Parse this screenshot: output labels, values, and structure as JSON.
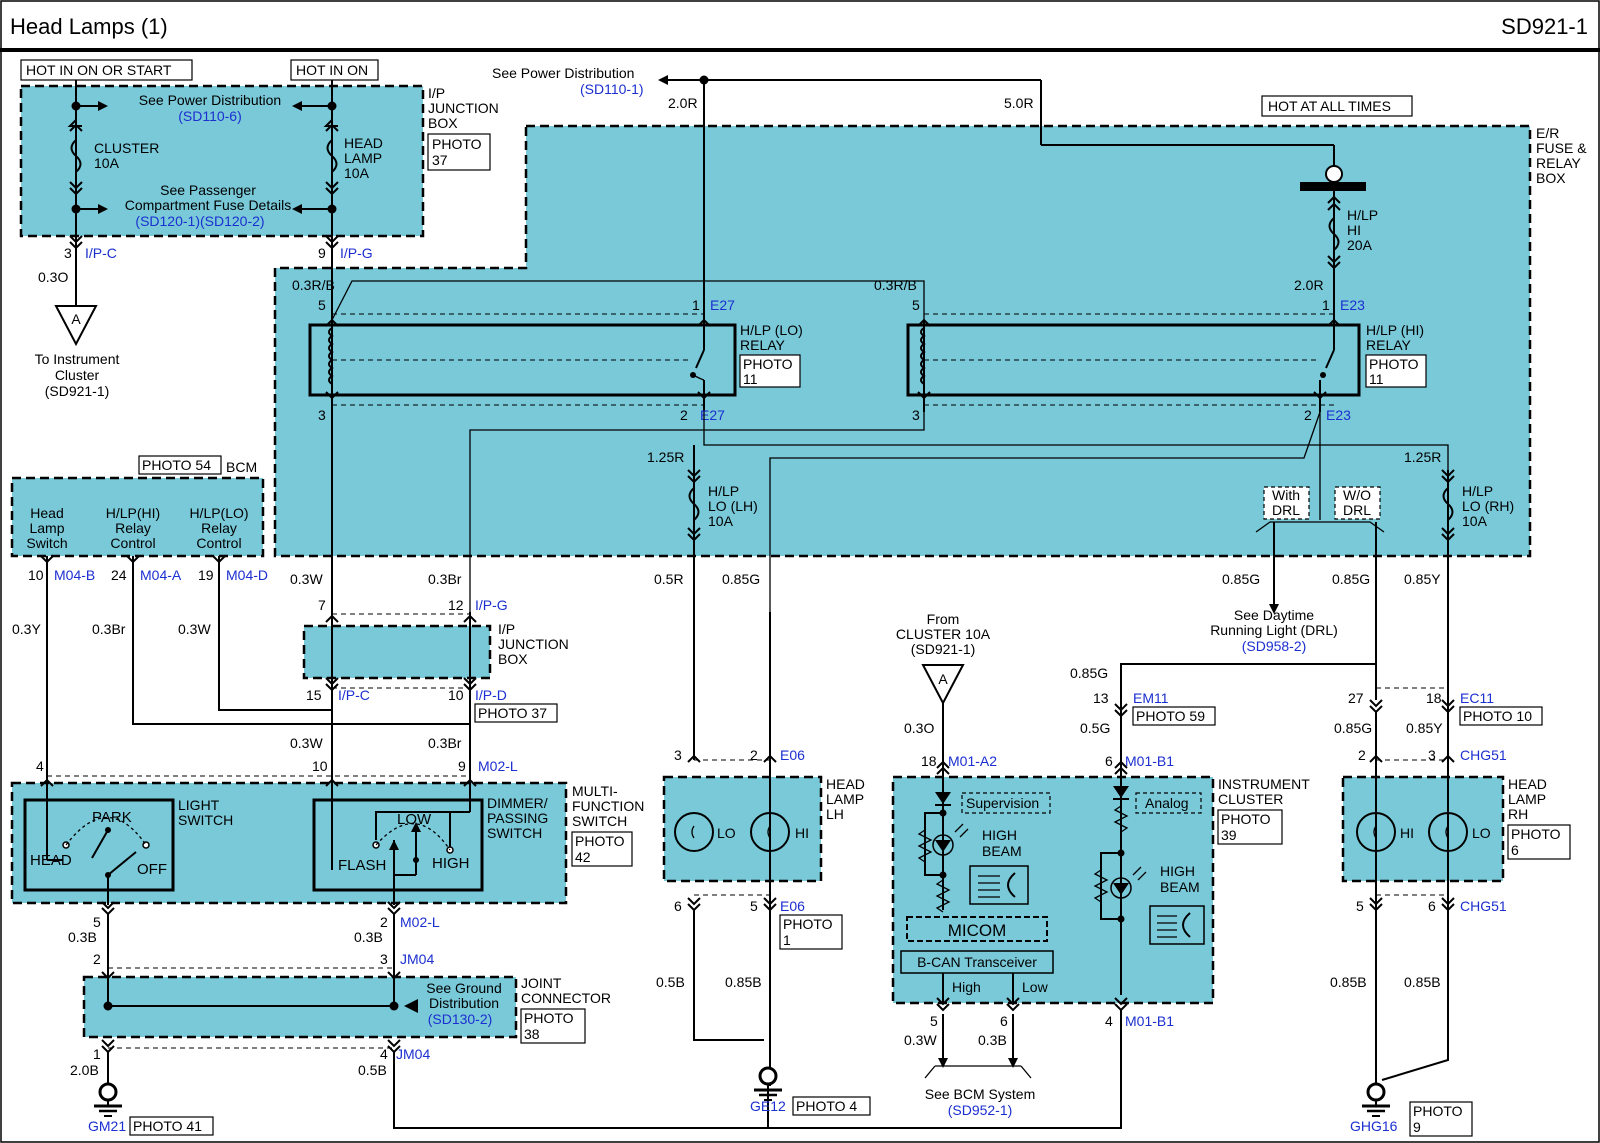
{
  "header": {
    "title": "Head Lamps (1)",
    "code": "SD921-1"
  },
  "power": {
    "hot_on_or_start": "HOT IN ON OR START",
    "hot_in_on": "HOT IN ON",
    "hot_all_times": "HOT AT ALL TIMES"
  },
  "ip_junction_top": {
    "name": [
      "I/P",
      "JUNCTION",
      "BOX"
    ],
    "photo": [
      "PHOTO",
      "37"
    ],
    "see_power": "See Power Distribution",
    "see_power_ref": "(SD110-6)",
    "see_pass": [
      "See Passenger",
      "Compartment Fuse Details"
    ],
    "see_pass_ref": "(SD120-1)(SD120-2)",
    "fuse1": [
      "CLUSTER",
      "10A"
    ],
    "fuse2": [
      "HEAD",
      "LAMP",
      "10A"
    ],
    "pin1": "3",
    "conn1": "I/P-C",
    "pin2": "9",
    "conn2": "I/P-G"
  },
  "to_cluster": {
    "wire": "0.3O",
    "letter": "A",
    "text": [
      "To Instrument",
      "Cluster",
      "(SD921-1)"
    ]
  },
  "top_power": {
    "text": "See Power Distribution",
    "ref": "(SD110-1)",
    "wire1": "2.0R",
    "wire2": "5.0R"
  },
  "er_box": {
    "name": [
      "E/R",
      "FUSE &",
      "RELAY",
      "BOX"
    ],
    "fuse_hi": [
      "H/LP",
      "HI",
      "20A"
    ],
    "wire_hi": "2.0R",
    "wire_left": "0.3R/B",
    "wire_mid": "0.3R/B",
    "lo_relay": {
      "name": [
        "H/LP (LO)",
        "RELAY"
      ],
      "photo": [
        "PHOTO",
        "11"
      ],
      "pin5": "5",
      "pin1": "1",
      "pin3": "3",
      "pin2": "2",
      "conn": "E27"
    },
    "hi_relay": {
      "name": [
        "H/LP (HI)",
        "RELAY"
      ],
      "photo": [
        "PHOTO",
        "11"
      ],
      "pin5": "5",
      "pin1": "1",
      "pin3": "3",
      "pin2": "2",
      "conn": "E23"
    },
    "fuse_lo_lh": [
      "H/LP",
      "LO (LH)",
      "10A"
    ],
    "fuse_lo_rh": [
      "H/LP",
      "LO (RH)",
      "10A"
    ],
    "wire_lh": "1.25R",
    "wire_rh": "1.25R",
    "with_drl": [
      "With",
      "DRL"
    ],
    "wo_drl": [
      "W/O",
      "DRL"
    ]
  },
  "bcm": {
    "photo": "PHOTO 54",
    "name": "BCM",
    "cols": [
      {
        "label": [
          "Head",
          "Lamp",
          "Switch"
        ],
        "pin": "10",
        "conn": "M04-B",
        "wire": "0.3Y"
      },
      {
        "label": [
          "H/LP(HI)",
          "Relay",
          "Control"
        ],
        "pin": "24",
        "conn": "M04-A",
        "wire": "0.3Br"
      },
      {
        "label": [
          "H/LP(LO)",
          "Relay",
          "Control"
        ],
        "pin": "19",
        "conn": "M04-D",
        "wire": "0.3W"
      }
    ]
  },
  "ip_junction_mid": {
    "name": [
      "I/P",
      "JUNCTION",
      "BOX"
    ],
    "photo": "PHOTO 37",
    "wire_l": "0.3W",
    "wire_r": "0.3Br",
    "pin7": "7",
    "pin12": "12",
    "conn_top": "I/P-G",
    "pin15": "15",
    "conn_l": "I/P-C",
    "pin10": "10",
    "conn_r": "I/P-D",
    "wire_l2": "0.3W",
    "wire_r2": "0.3Br"
  },
  "multi_switch": {
    "name": [
      "MULTI-",
      "FUNCTION",
      "SWITCH"
    ],
    "photo": [
      "PHOTO",
      "42"
    ],
    "light_switch": [
      "LIGHT",
      "SWITCH"
    ],
    "dimmer": [
      "DIMMER/",
      "PASSING",
      "SWITCH"
    ],
    "park": "PARK",
    "head": "HEAD",
    "off": "OFF",
    "low": "LOW",
    "flash": "FLASH",
    "high": "HIGH",
    "pin4": "4",
    "pin10": "10",
    "pin9": "9",
    "conn_top": "M02-L",
    "pin5": "5",
    "pin2": "2",
    "conn_bot": "M02-L"
  },
  "joint": {
    "name": [
      "JOINT",
      "CONNECTOR"
    ],
    "photo": [
      "PHOTO",
      "38"
    ],
    "see_ground": [
      "See Ground",
      "Distribution"
    ],
    "ref": "(SD130-2)",
    "wire_a": "0.3B",
    "wire_b": "0.3B",
    "pin2": "2",
    "pin3": "3",
    "conn_top": "JM04",
    "pin1": "1",
    "pin4": "4",
    "conn_bot": "JM04",
    "wire_c": "2.0B",
    "wire_d": "0.5B"
  },
  "gm21": {
    "name": "GM21",
    "photo": "PHOTO 41"
  },
  "head_lh": {
    "name": [
      "HEAD",
      "LAMP",
      "LH"
    ],
    "lo": "LO",
    "hi": "HI",
    "wire_a": "0.5R",
    "wire_b": "0.85G",
    "pin3": "3",
    "pin2": "2",
    "conn": "E06",
    "pin6": "6",
    "pin5": "5",
    "conn_bot": "E06",
    "photo": [
      "PHOTO",
      "1"
    ],
    "wire_c": "0.5B",
    "wire_d": "0.85B",
    "ground": "GE12",
    "ground_photo": "PHOTO 4"
  },
  "cluster": {
    "from": [
      "From",
      "CLUSTER 10A",
      "(SD921-1)"
    ],
    "letter": "A",
    "wire": "0.3O",
    "pin18": "18",
    "conn18": "M01-A2",
    "pin6": "6",
    "conn6": "M01-B1",
    "supervision": "Supervision",
    "analog": "Analog",
    "high_beam": [
      "HIGH",
      "BEAM"
    ],
    "micom": "MICOM",
    "bcan": "B-CAN Transceiver",
    "high": "High",
    "low": "Low",
    "name": [
      "INSTRUMENT",
      "CLUSTER"
    ],
    "photo": [
      "PHOTO",
      "39"
    ],
    "pin5": "5",
    "pin6b": "6",
    "pin4": "4",
    "conn4": "M01-B1",
    "wire5": "0.3W",
    "wire6": "0.3B",
    "see_bcm": "See BCM System",
    "bcm_ref": "(SD952-1)"
  },
  "drl": {
    "text": [
      "See Daytime",
      "Running Light (DRL)"
    ],
    "ref": "(SD958-2)",
    "wire_a": "0.85G",
    "wire_b": "0.85G",
    "wire_c": "0.85Y",
    "wire_em": "0.85G",
    "pin13": "13",
    "conn_em": "EM11",
    "photo_em": "PHOTO 59",
    "wire_5g": "0.5G"
  },
  "head_rh": {
    "name": [
      "HEAD",
      "LAMP",
      "RH"
    ],
    "hi": "HI",
    "lo": "LO",
    "pin27": "27",
    "pin18": "18",
    "conn_top": "EC11",
    "photo_top": "PHOTO 10",
    "wire_a": "0.85G",
    "wire_b": "0.85Y",
    "pin2": "2",
    "pin3": "3",
    "conn": "CHG51",
    "photo": [
      "PHOTO",
      "6"
    ],
    "pin5": "5",
    "pin6": "6",
    "conn_bot": "CHG51",
    "wire_c": "0.85B",
    "wire_d": "0.85B",
    "ground": "GHG16",
    "ground_photo": [
      "PHOTO",
      "9"
    ]
  }
}
